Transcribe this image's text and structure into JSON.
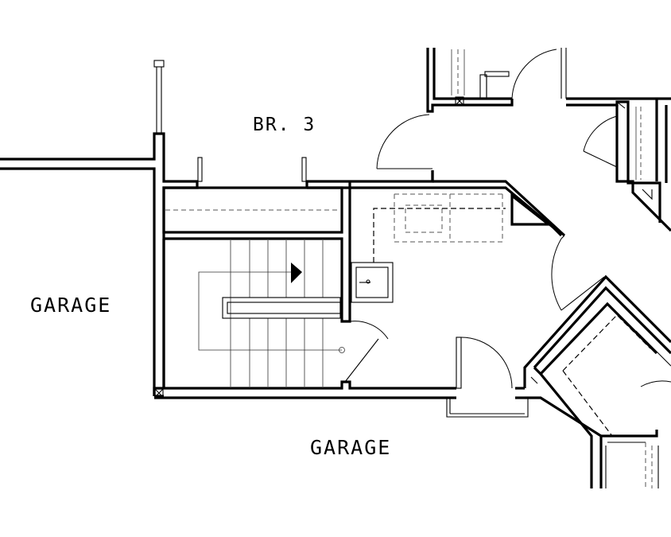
{
  "rooms": {
    "bedroom3": "BR. 3",
    "garage_left": "GARAGE",
    "garage_bottom": "GARAGE"
  },
  "colors": {
    "ink": "#000000",
    "paper": "#ffffff"
  }
}
